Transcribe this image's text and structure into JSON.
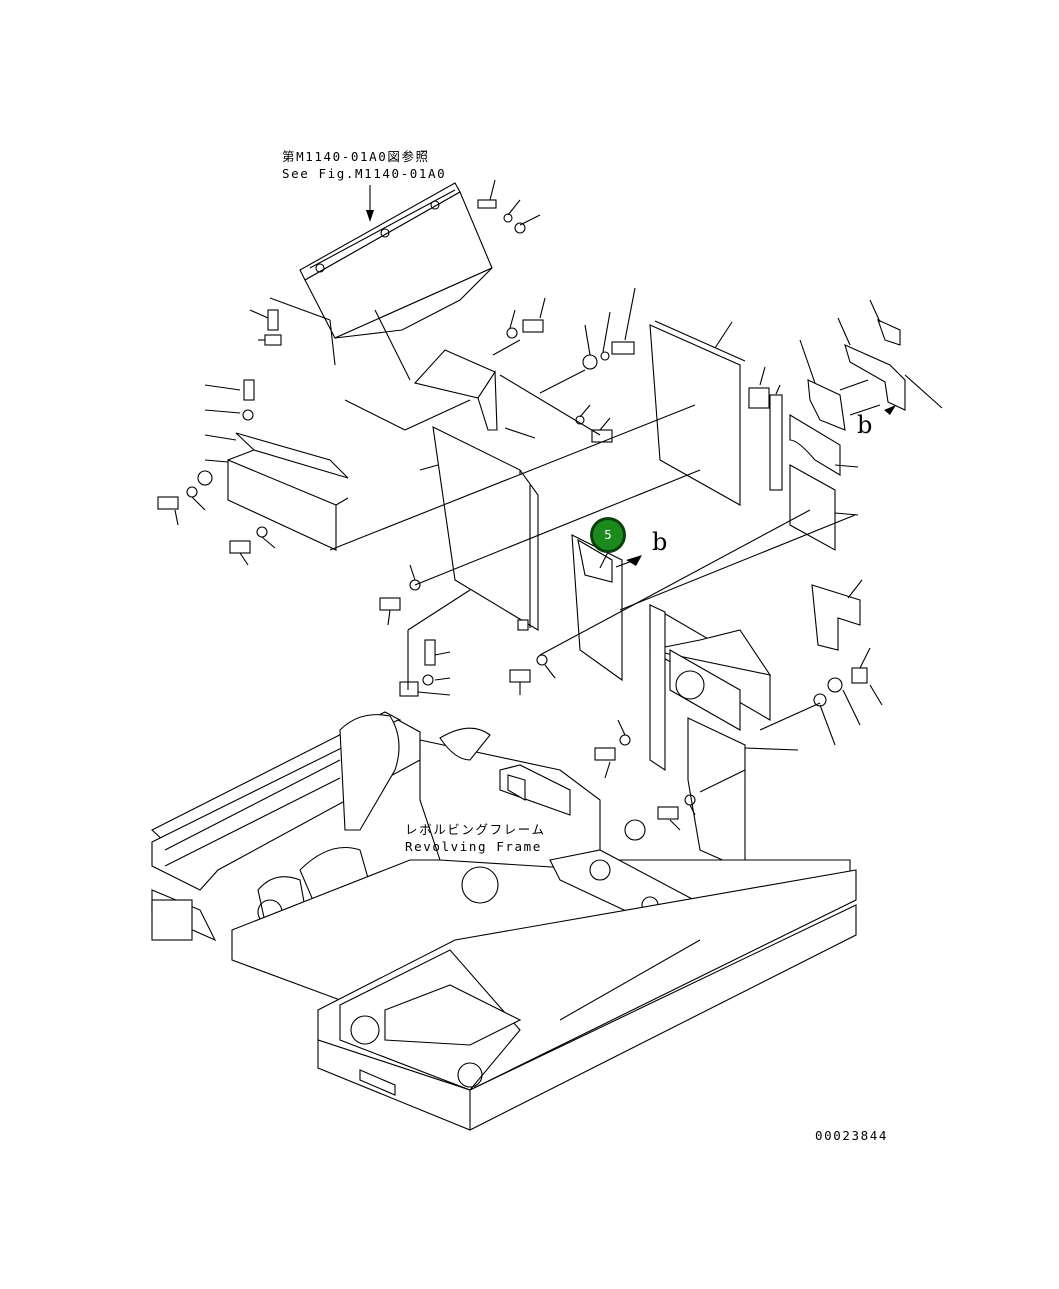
{
  "reference_note": {
    "line_jp": "第M1140-01A0図参照",
    "line_en": "See Fig.M1140-01A0"
  },
  "frame_label": {
    "line_jp": "レボルビングフレーム",
    "line_en": "Revolving Frame"
  },
  "callout": {
    "number": "5",
    "color": "#1d8a1d"
  },
  "view_marker": "b",
  "drawing_number": "00023844"
}
